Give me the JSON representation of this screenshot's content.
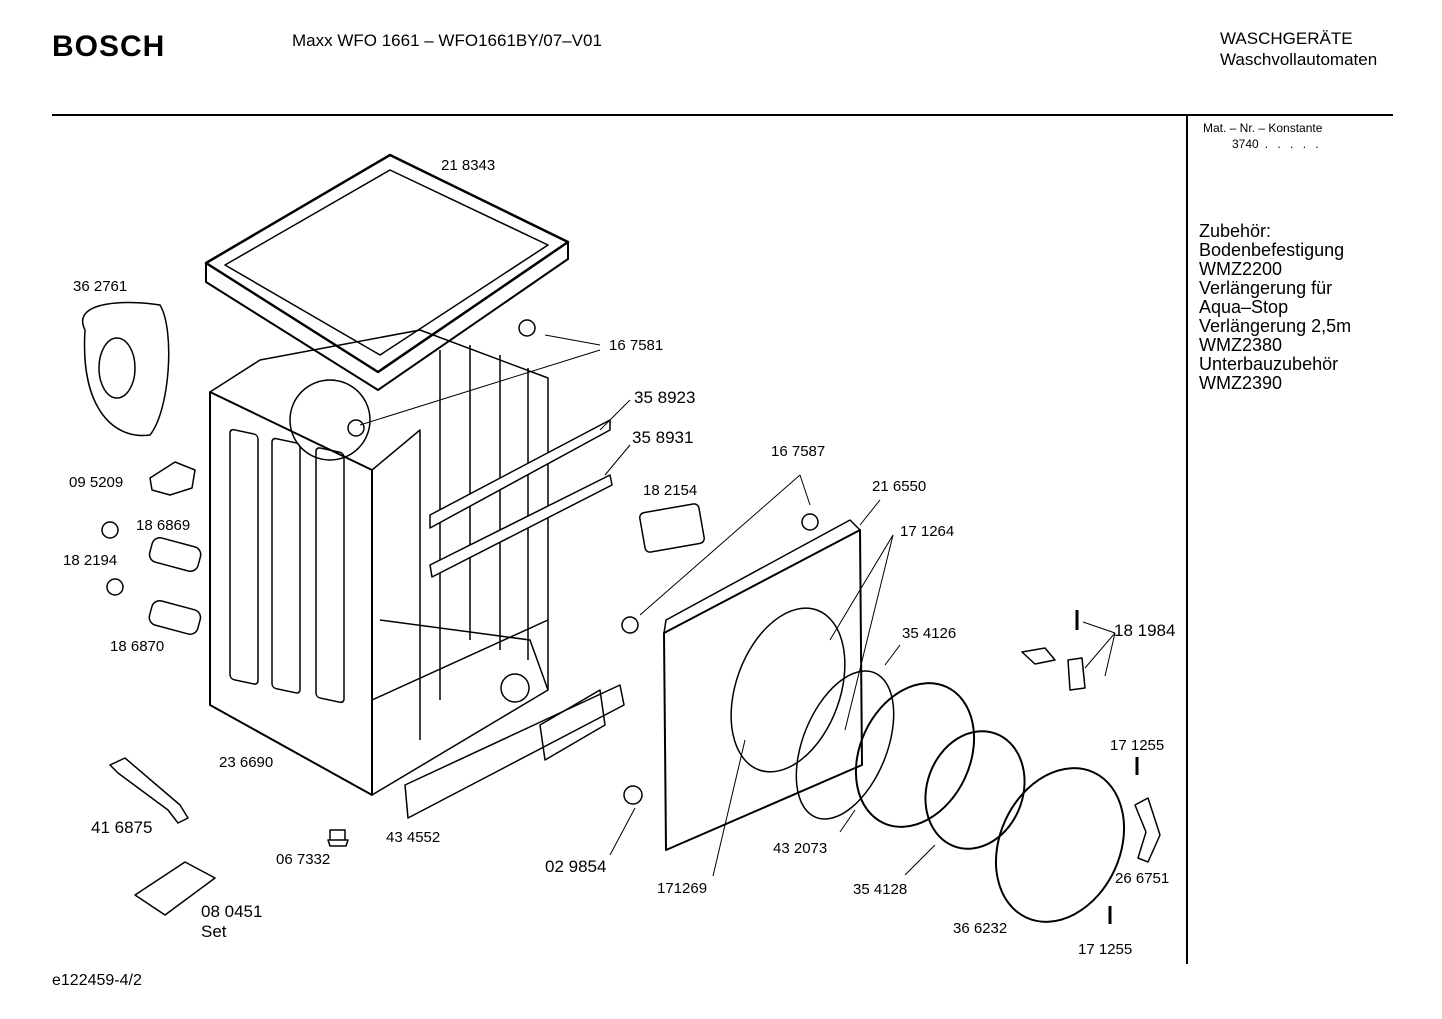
{
  "header": {
    "brand": "BOSCH",
    "model": "Maxx WFO 1661 – WFO1661BY/07–V01",
    "category_line1": "WASCHGERÄTE",
    "category_line2": "Waschvollautomaten"
  },
  "sidebar": {
    "mat_label": "Mat. – Nr. – Konstante",
    "mat_value": "3740",
    "mat_dots": ". . . . .",
    "accessories": [
      "Zubehör:",
      "Bodenbefestigung",
      "WMZ2200",
      "Verlängerung für",
      "Aqua–Stop",
      "Verlängerung 2,5m",
      "WMZ2380",
      "Unterbauzubehör",
      "WMZ2390"
    ]
  },
  "parts": {
    "p218343": "21 8343",
    "p362761": "36 2761",
    "p167581": "16 7581",
    "p358923": "35 8923",
    "p358931": "35 8931",
    "p095209": "09 5209",
    "p186869": "18 6869",
    "p182194": "18 2194",
    "p186870": "18 6870",
    "p167587": "16 7587",
    "p182154": "18 2154",
    "p216550": "21 6550",
    "p171264": "17 1264",
    "p354126": "35 4126",
    "p181984": "18 1984",
    "p171255a": "17 1255",
    "p236690": "23 6690",
    "p416875": "41 6875",
    "p067332": "06 7332",
    "p434552": "43 4552",
    "p029854": "02 9854",
    "p171269": "171269",
    "p432073": "43 2073",
    "p354128": "35 4128",
    "p266751": "26 6751",
    "p366232": "36 6232",
    "p171255b": "17 1255",
    "p080451": "08 0451",
    "p080451_set": "Set"
  },
  "footer": {
    "drawing_id": "e122459-4/2"
  }
}
